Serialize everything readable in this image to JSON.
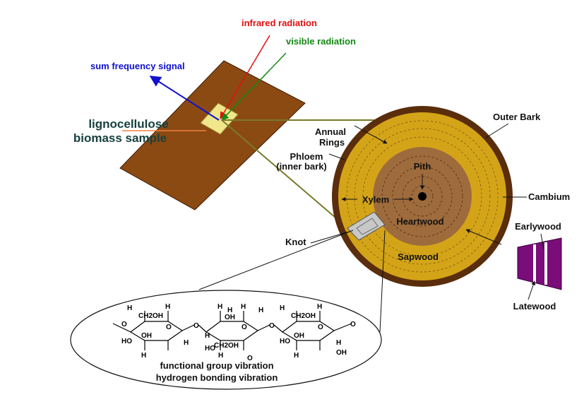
{
  "colors": {
    "infrared": "#e01010",
    "visible": "#138a13",
    "sum_frequency": "#1010d0",
    "sample_label": "#174040",
    "sample_pointer": "#f08040",
    "slab": "#8b4a12",
    "spot": "#f0e68c",
    "bark": "#5a2d0c",
    "sapwood": "#d4a418",
    "heartwood": "#9e6b3c",
    "pith": "#000000",
    "link_line": "#7a7a2a",
    "latewood_block": "#7a0d7a",
    "text": "#111111"
  },
  "beams": {
    "infrared": "infrared radiation",
    "visible": "visible radiation",
    "sum_frequency": "sum frequency signal"
  },
  "sample": {
    "line1": "lignocellulose",
    "line2": "biomass sample"
  },
  "trunk": {
    "outer_bark": "Outer Bark",
    "annual_rings_1": "Annual",
    "annual_rings_2": "Rings",
    "phloem_1": "Phloem",
    "phloem_2": "(inner bark)",
    "pith": "Pith",
    "xylem": "Xylem",
    "heartwood": "Heartwood",
    "sapwood": "Sapwood",
    "cambium": "Cambium",
    "knot": "Knot"
  },
  "wood_block": {
    "earlywood": "Earlywood",
    "latewood": "Latewood"
  },
  "molecule": {
    "ring_labels": [
      "H",
      "OH",
      "H",
      "HO",
      "H",
      "CH2OH",
      "H",
      "OH",
      "H"
    ],
    "ch2oh": "CH2OH",
    "oh": "OH",
    "ho": "HO",
    "h": "H",
    "o": "O"
  },
  "vibrations": {
    "line1": "functional group vibration",
    "line2": "hydrogen bonding vibration"
  }
}
